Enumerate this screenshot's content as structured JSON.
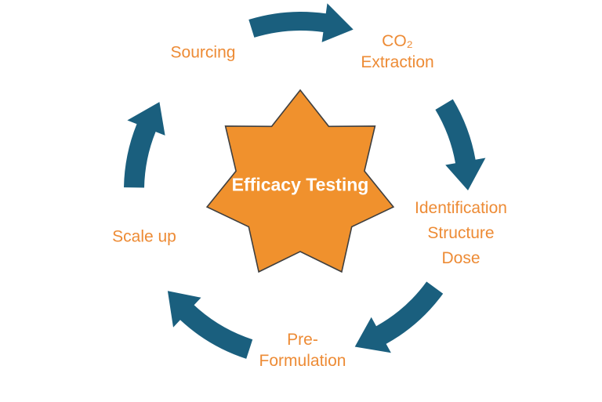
{
  "colors": {
    "background": "#FFFFFF",
    "star_fill": "#F0912D",
    "star_outline": "#3F3F3F",
    "label_orange": "#ED8B35",
    "arrow_teal": "#1A5F7E",
    "center_text": "#FFFFFF"
  },
  "center": {
    "shape": "star-7-point",
    "label": "Efficacy Testing"
  },
  "stages": [
    {
      "name": "sourcing",
      "lines": [
        "Sourcing"
      ]
    },
    {
      "name": "co2-extraction",
      "lines": [
        "CO₂",
        "Extraction"
      ]
    },
    {
      "name": "identification-structure-dose",
      "lines": [
        "Identification",
        "Structure",
        "Dose"
      ]
    },
    {
      "name": "pre-formulation",
      "lines": [
        "Pre-",
        "Formulation"
      ]
    },
    {
      "name": "scale-up",
      "lines": [
        "Scale up"
      ]
    }
  ],
  "arrows": [
    {
      "name": "curved-arrow-sourcing-to-co2-extraction",
      "from": "Sourcing",
      "to": "CO₂ Extraction"
    },
    {
      "name": "curved-arrow-co2-extraction-to-identification",
      "from": "CO₂ Extraction",
      "to": "Identification Structure Dose"
    },
    {
      "name": "curved-arrow-identification-to-pre-formulation",
      "from": "Identification Structure Dose",
      "to": "Pre-Formulation"
    },
    {
      "name": "curved-arrow-pre-formulation-to-scale-up",
      "from": "Pre-Formulation",
      "to": "Scale up"
    },
    {
      "name": "curved-arrow-scale-up-to-sourcing",
      "from": "Scale up",
      "to": "Sourcing"
    }
  ]
}
